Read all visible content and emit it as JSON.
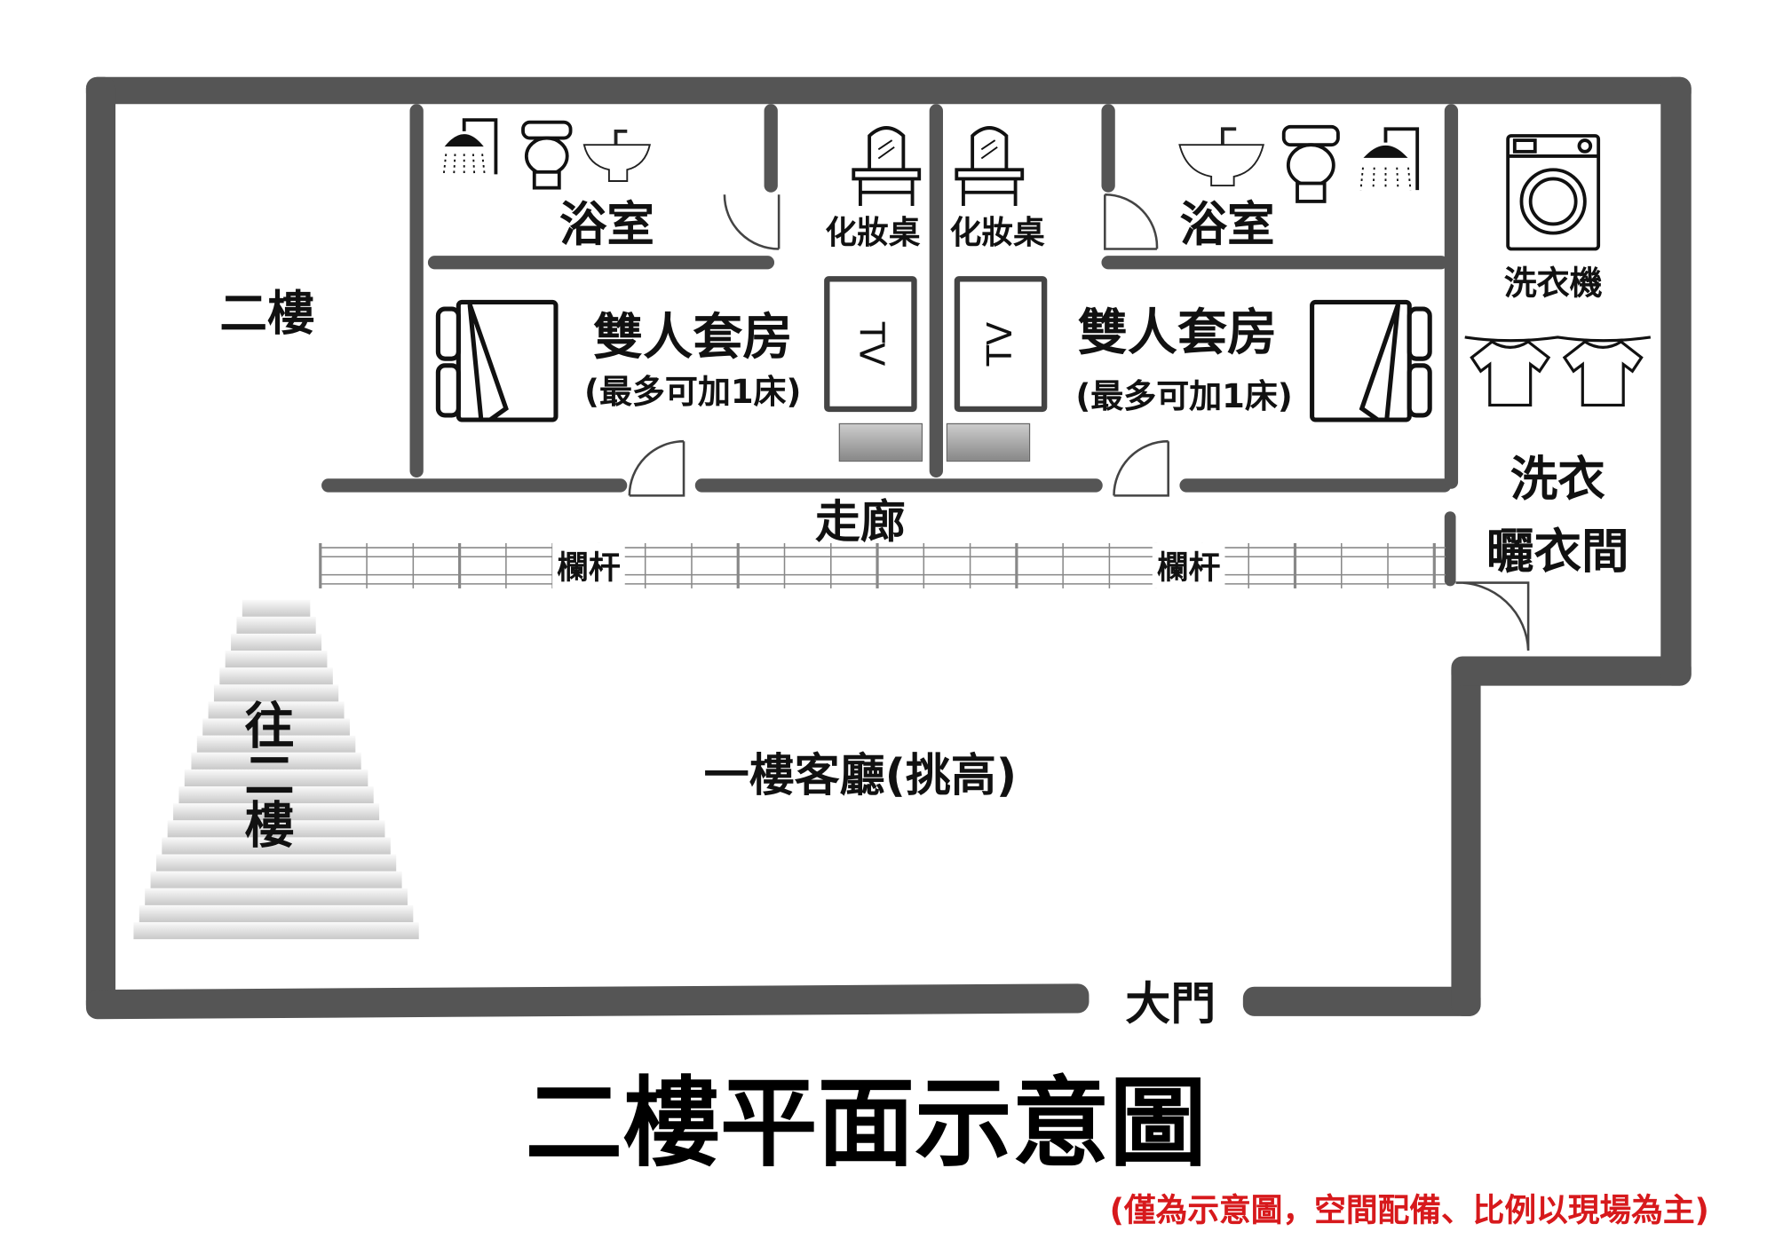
{
  "plan": {
    "floor_label": "二樓",
    "bathroom_left": "浴室",
    "bathroom_right": "浴室",
    "vanity_left": "化妝桌",
    "vanity_right": "化妝桌",
    "room_left": {
      "name": "雙人套房",
      "note": "(最多可加1床)",
      "tv": "TV"
    },
    "room_right": {
      "name": "雙人套房",
      "note": "(最多可加1床)",
      "tv": "TV"
    },
    "washer": "洗衣機",
    "laundry_room_line1": "洗衣",
    "laundry_room_line2": "曬衣間",
    "corridor": "走廊",
    "railing_left": "欄杆",
    "railing_right": "欄杆",
    "stairs": "往二樓",
    "living_room": "一樓客廳(挑高)",
    "main_door": "大門"
  },
  "title": "二樓平面示意圖",
  "disclaimer": "(僅為示意圖，空間配備、比例以現場為主)",
  "colors": {
    "wall": "#555555",
    "disclaimer": "#d7191c"
  }
}
